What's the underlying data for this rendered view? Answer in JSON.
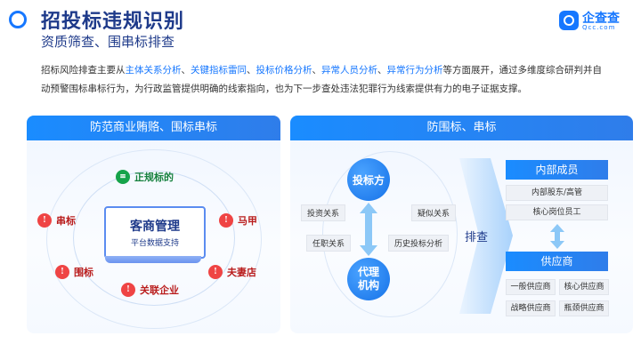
{
  "header": {
    "title": "招投标违规识别",
    "subtitle": "资质筛查、围串标排查",
    "logo_text": "企查查",
    "logo_sub": "Qcc.com"
  },
  "intro": {
    "t1": "招标风险排查主要从",
    "h1": "主体关系分析",
    "s1": "、",
    "h2": "关键指标雷同",
    "s2": "、",
    "h3": "投标价格分析",
    "s3": "、",
    "h4": "异常人员分析",
    "s4": "、",
    "h5": "异常行为分析",
    "t2": "等方面展开，通过多维度综合研判并自动预警围标串标行为，为行政监管提供明确的线索指向，也为下一步查处违法犯罪行为线索提供有力的电子证据支撑。"
  },
  "left_panel": {
    "header": "防范商业贿赂、围标串标",
    "center_title": "客商管理",
    "center_sub": "平台数据支持",
    "items": {
      "top": "正规标的",
      "left1": "串标",
      "right1": "马甲",
      "left2": "围标",
      "right2": "夫妻店",
      "bottom": "关联企业"
    }
  },
  "right_panel": {
    "header": "防围标、串标",
    "bidder": "投标方",
    "agent_l1": "代理",
    "agent_l2": "机构",
    "tags": {
      "invest": "投资关系",
      "suspect": "疑似关系",
      "position": "任职关系",
      "history": "历史投标分析"
    },
    "check": "排查",
    "internal": {
      "title": "内部成员",
      "items": [
        "内部股东/高管",
        "核心岗位员工"
      ]
    },
    "supplier": {
      "title": "供应商",
      "items": [
        "一般供应商",
        "核心供应商",
        "战略供应商",
        "瓶颈供应商"
      ]
    }
  },
  "colors": {
    "accent": "#1677ff",
    "title": "#1e3a8a",
    "risk_red": "#ef4444",
    "safe_green": "#16a34a"
  }
}
